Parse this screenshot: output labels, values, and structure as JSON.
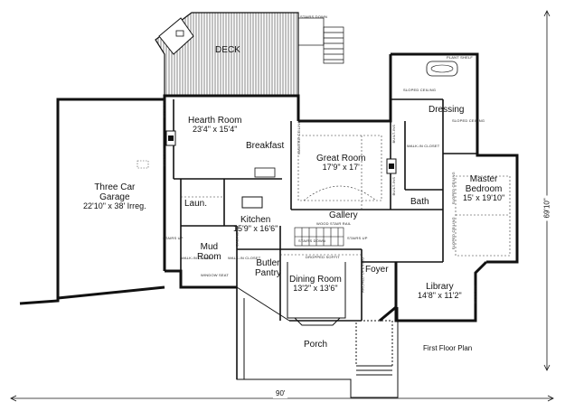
{
  "rooms": {
    "deck": {
      "name": "DECK"
    },
    "hearth": {
      "name": "Hearth Room",
      "dims": "23'4\" x 15'4\""
    },
    "breakfast": {
      "name": "Breakfast"
    },
    "great": {
      "name": "Great Room",
      "dims": "17'9\" x 17'"
    },
    "dressing": {
      "name": "Dressing"
    },
    "master": {
      "name": "Master",
      "name2": "Bedroom",
      "dims": "15' x 19'10\""
    },
    "garage": {
      "name": "Three Car",
      "name2": "Garage",
      "dims": "22'10\" x 38' Irreg."
    },
    "laun": {
      "name": "Laun."
    },
    "kitchen": {
      "name": "Kitchen",
      "dims": "15'9\" x 16'6\""
    },
    "gallery": {
      "name": "Gallery"
    },
    "bath": {
      "name": "Bath"
    },
    "mud": {
      "name": "Mud",
      "name2": "Room"
    },
    "butler": {
      "name": "Butler",
      "name2": "Pantry"
    },
    "dining": {
      "name": "Dining Room",
      "dims": "13'2\" x 13'6\""
    },
    "foyer": {
      "name": "Foyer"
    },
    "library": {
      "name": "Library",
      "dims": "14'8\" x 11'2\""
    },
    "porch": {
      "name": "Porch"
    }
  },
  "notes": {
    "stairs_down": "STAIRS DOWN",
    "built_ins": "BUILT-INS",
    "walk_in_closet": "WALK-IN CLOSET",
    "sloped_ceiling": "SLOPED CEILING",
    "plant_shelf": "PLANT SHELF",
    "vaulted_ceiling": "VAULTED CEILING",
    "wood_stair_rail": "WOOD STAIR RAIL",
    "stairs_up": "STAIRS UP",
    "dropped_soffit": "DROPPED SOFFIT",
    "arched_opening": "ARCHED OPENING",
    "window_seat": "WINDOW SEAT",
    "cabinets": "CABINETS"
  },
  "plan_title": "First Floor Plan",
  "dimensions": {
    "width": "90'",
    "depth": "69'10\""
  }
}
